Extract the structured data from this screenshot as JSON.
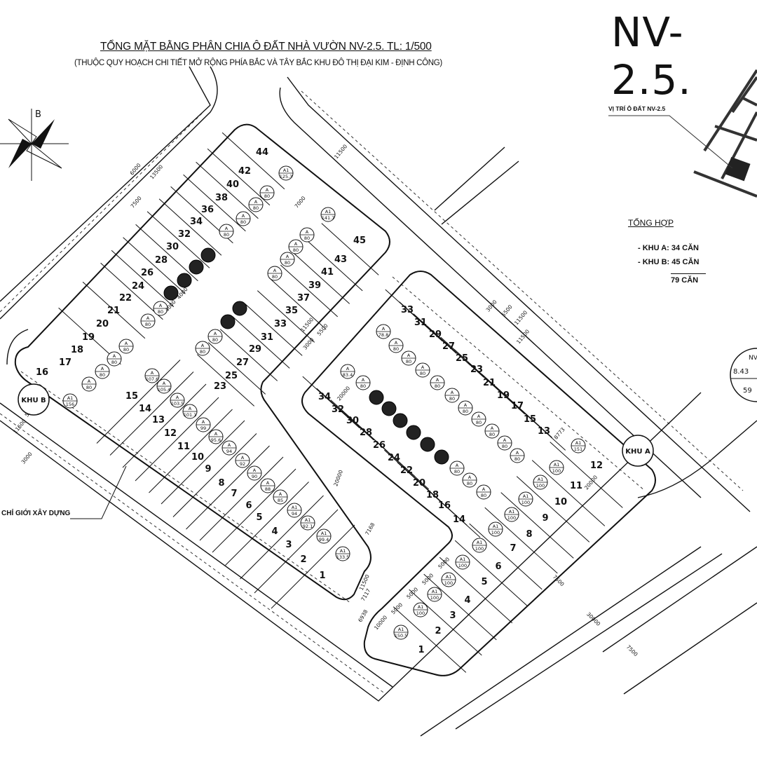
{
  "title": "TỔNG MẶT BẰNG PHÂN CHIA Ô ĐẤT NHÀ VƯỜN NV-2.5. TL: 1/500",
  "subtitle": "(THUỘC QUY HOẠCH CHI TIẾT MỞ RỘNG PHÍA BẮC VÀ TÂY BẮC KHU ĐÔ THỊ ĐẠI KIM - ĐỊNH CÔNG)",
  "big_label": "NV-2.5.",
  "compass_label": "B",
  "location_label": "VỊ TRÍ Ô ĐẤT NV-2.5",
  "summary": {
    "heading": "TỔNG HỢP",
    "lines": [
      "- KHU A: 34 CĂN",
      "- KHU B: 45 CĂN"
    ],
    "total": "79 CĂN"
  },
  "setback_label": "CHỈ GIỚI XÂY DỰNG",
  "partial_badge": [
    "NV",
    "8.43",
    "59"
  ],
  "khu_b": {
    "label": "KHU B",
    "lots": [
      "1",
      "2",
      "3",
      "4",
      "5",
      "6",
      "7",
      "8",
      "9",
      "10",
      "11",
      "12",
      "13",
      "14",
      "15",
      "16",
      "17",
      "18",
      "19",
      "20",
      "21",
      "22",
      "23",
      "24",
      "25",
      "26",
      "27",
      "28",
      "29",
      "30",
      "31",
      "32",
      "33",
      "34",
      "35",
      "36",
      "37",
      "38",
      "39",
      "40",
      "41",
      "42",
      "43",
      "44",
      "45"
    ],
    "badges": [
      {
        "type": "A1",
        "area": "156"
      },
      {
        "type": "A",
        "area": "107.6"
      },
      {
        "type": "A",
        "area": "105.4"
      },
      {
        "type": "A",
        "area": "103.5"
      },
      {
        "type": "A",
        "area": "101.1"
      },
      {
        "type": "A",
        "area": "99"
      },
      {
        "type": "A",
        "area": "95.6"
      },
      {
        "type": "A",
        "area": "94"
      },
      {
        "type": "A",
        "area": "92"
      },
      {
        "type": "A",
        "area": "90"
      },
      {
        "type": "A",
        "area": "88"
      },
      {
        "type": "A",
        "area": "85"
      },
      {
        "type": "A1",
        "area": "94"
      },
      {
        "type": "A1",
        "area": "92.1"
      },
      {
        "type": "A1",
        "area": "99.4"
      },
      {
        "type": "A1",
        "area": "133.5"
      },
      {
        "type": "A1",
        "area": "125.3"
      },
      {
        "type": "A1",
        "area": "141.7"
      },
      {
        "type": "A",
        "area": "80"
      },
      {
        "type": "A",
        "area": "80"
      },
      {
        "type": "A",
        "area": "80"
      },
      {
        "type": "A",
        "area": "80"
      },
      {
        "type": "A",
        "area": "80"
      },
      {
        "type": "A",
        "area": "80"
      },
      {
        "type": "A",
        "area": "80"
      },
      {
        "type": "A",
        "area": "80"
      },
      {
        "type": "A",
        "area": "80"
      },
      {
        "type": "A",
        "area": "80"
      },
      {
        "type": "A",
        "area": "80"
      },
      {
        "type": "A",
        "area": "80"
      },
      {
        "type": "A",
        "area": "80"
      },
      {
        "type": "A",
        "area": "80"
      },
      {
        "type": "A",
        "area": "80"
      },
      {
        "type": "A",
        "area": "80"
      }
    ]
  },
  "khu_a": {
    "label": "KHU A",
    "lots": [
      "1",
      "2",
      "3",
      "4",
      "5",
      "6",
      "7",
      "8",
      "9",
      "10",
      "11",
      "12",
      "13",
      "14",
      "15",
      "16",
      "17",
      "18",
      "19",
      "20",
      "21",
      "22",
      "23",
      "24",
      "25",
      "26",
      "27",
      "28",
      "29",
      "30",
      "31",
      "32",
      "33",
      "34"
    ],
    "badges": [
      {
        "type": "A1",
        "area": "150.5"
      },
      {
        "type": "A1",
        "area": "100"
      },
      {
        "type": "A1",
        "area": "100"
      },
      {
        "type": "A1",
        "area": "100"
      },
      {
        "type": "A1",
        "area": "100"
      },
      {
        "type": "A1",
        "area": "100"
      },
      {
        "type": "A1",
        "area": "100"
      },
      {
        "type": "A1",
        "area": "100"
      },
      {
        "type": "A1",
        "area": "100"
      },
      {
        "type": "A1",
        "area": "100"
      },
      {
        "type": "A1",
        "area": "100"
      },
      {
        "type": "A1",
        "area": "151"
      },
      {
        "type": "A",
        "area": "78.8"
      },
      {
        "type": "A",
        "area": "83.4"
      },
      {
        "type": "A",
        "area": "80"
      },
      {
        "type": "A",
        "area": "80"
      },
      {
        "type": "A",
        "area": "80"
      },
      {
        "type": "A",
        "area": "80"
      },
      {
        "type": "A",
        "area": "80"
      },
      {
        "type": "A",
        "area": "80"
      },
      {
        "type": "A",
        "area": "80"
      },
      {
        "type": "A",
        "area": "80"
      },
      {
        "type": "A",
        "area": "80"
      },
      {
        "type": "A",
        "area": "80"
      },
      {
        "type": "A",
        "area": "80"
      },
      {
        "type": "A",
        "area": "80"
      },
      {
        "type": "A",
        "area": "80"
      },
      {
        "type": "A",
        "area": "80"
      }
    ]
  },
  "dimensions": [
    "11500",
    "5500",
    "3000",
    "13500",
    "7500",
    "6000",
    "7000",
    "11500",
    "5500",
    "3000",
    "11500",
    "5500",
    "3000",
    "20000",
    "7168",
    "11500",
    "6938",
    "7117",
    "11500",
    "20000",
    "10000",
    "8773",
    "20000",
    "7500",
    "30000",
    "7500",
    "11500",
    "4000",
    "4000",
    "5000",
    "5000",
    "5000",
    "5000"
  ]
}
